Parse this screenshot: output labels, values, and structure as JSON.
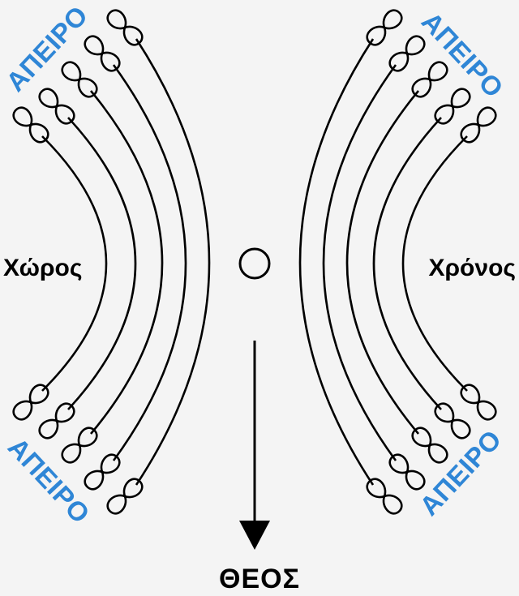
{
  "labels": {
    "infinity_top_left": "ΑΠΕΙΡΟ",
    "infinity_top_right": "ΑΠΕΙΡΟ",
    "infinity_bottom_left": "ΑΠΕΙΡΟ",
    "infinity_bottom_right": "ΑΠΕΙΡΟ",
    "space": "Χώρος",
    "time": "Χρόνος",
    "god": "ΘΕΟΣ"
  },
  "colors": {
    "infinity_label": "#2f86d6",
    "lines": "#000000",
    "background": "#f4f4f4"
  },
  "arcs_per_side": 5,
  "icons": [
    "infinity-icon",
    "center-circle",
    "down-arrow-icon"
  ]
}
